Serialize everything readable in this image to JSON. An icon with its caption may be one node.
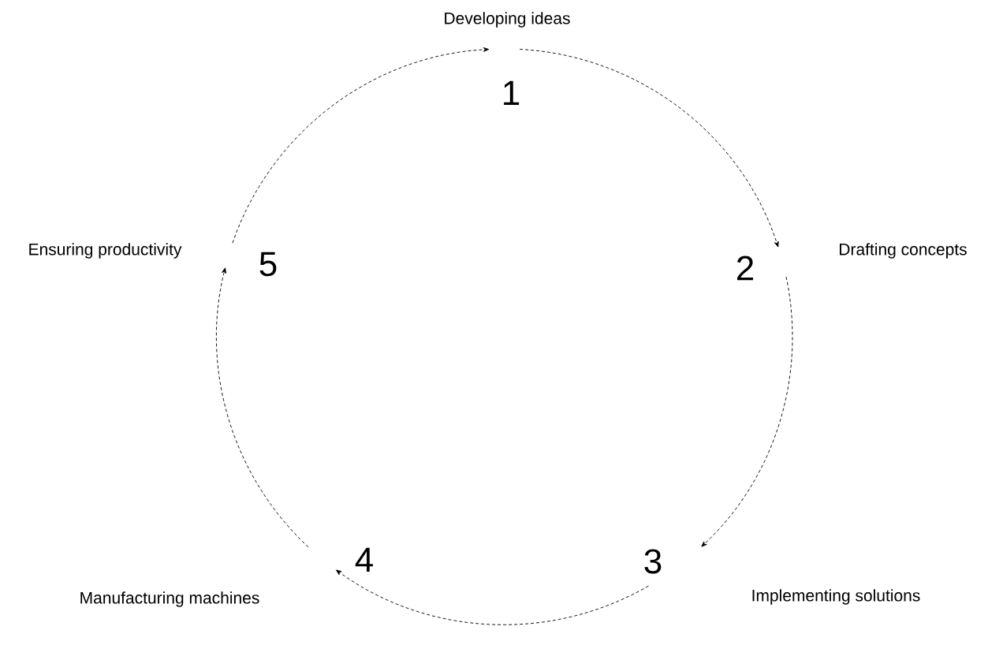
{
  "diagram": {
    "nodes": [
      {
        "text": [
          "1"
        ],
        "beside": [
          "Developing ideas"
        ]
      },
      {
        "text": [
          "2"
        ],
        "beside": [
          "Drafting concepts"
        ]
      },
      {
        "text": [
          "3"
        ],
        "beside": [
          "Implementing solutions"
        ]
      },
      {
        "text": [
          "4"
        ],
        "beside": [
          "Manufacturing machines"
        ]
      },
      {
        "text": [
          "5"
        ],
        "beside": [
          "Ensuring productivity"
        ]
      }
    ],
    "edges": [
      {
        "from": 0,
        "to": 1,
        "arrow": "to",
        "style": "dashed"
      },
      {
        "from": 1,
        "to": 2,
        "arrow": "to",
        "style": "dashed"
      },
      {
        "from": 2,
        "to": 3,
        "arrow": "to",
        "style": "dashed"
      },
      {
        "from": 3,
        "to": 4,
        "arrow": "to",
        "style": "dashed"
      },
      {
        "from": 4,
        "to": 0,
        "arrow": "to",
        "style": "dashed"
      }
    ]
  }
}
